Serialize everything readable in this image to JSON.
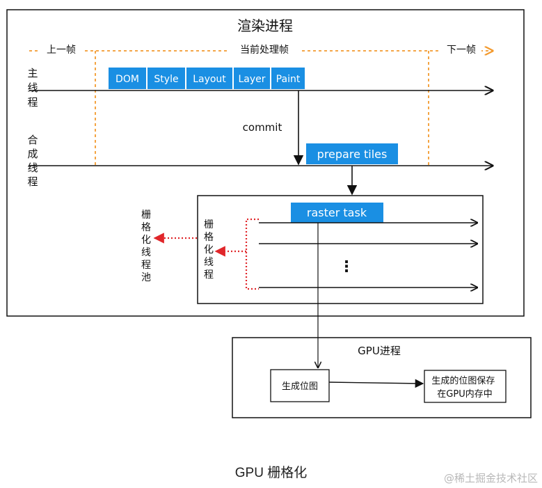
{
  "render": {
    "title": "渲染进程",
    "frames": {
      "prev": "上一帧",
      "current": "当前处理帧",
      "next": "下一帧"
    },
    "main_thread_label": "主线程",
    "main_stages": [
      "DOM",
      "Style",
      "Layout",
      "Layer",
      "Paint"
    ],
    "commit_label": "commit",
    "compositor_label": "合成线程",
    "prepare_tiles": "prepare tiles",
    "raster_pool_label": "栅格化线程池",
    "raster_thread_label": "栅格化线程",
    "raster_task": "raster task",
    "ellipsis": "⋮"
  },
  "gpu": {
    "title": "GPU进程",
    "generate_bitmap": "生成位图",
    "store_line1": "生成的位图保存",
    "store_line2": "在GPU内存中"
  },
  "caption": "GPU 栅格化",
  "watermark": "@稀土掘金技术社区",
  "colors": {
    "stage_blue": "#1a8fe3",
    "frame_orange": "#f39a2e",
    "arrow_red": "#e0262a",
    "line": "#111111"
  }
}
